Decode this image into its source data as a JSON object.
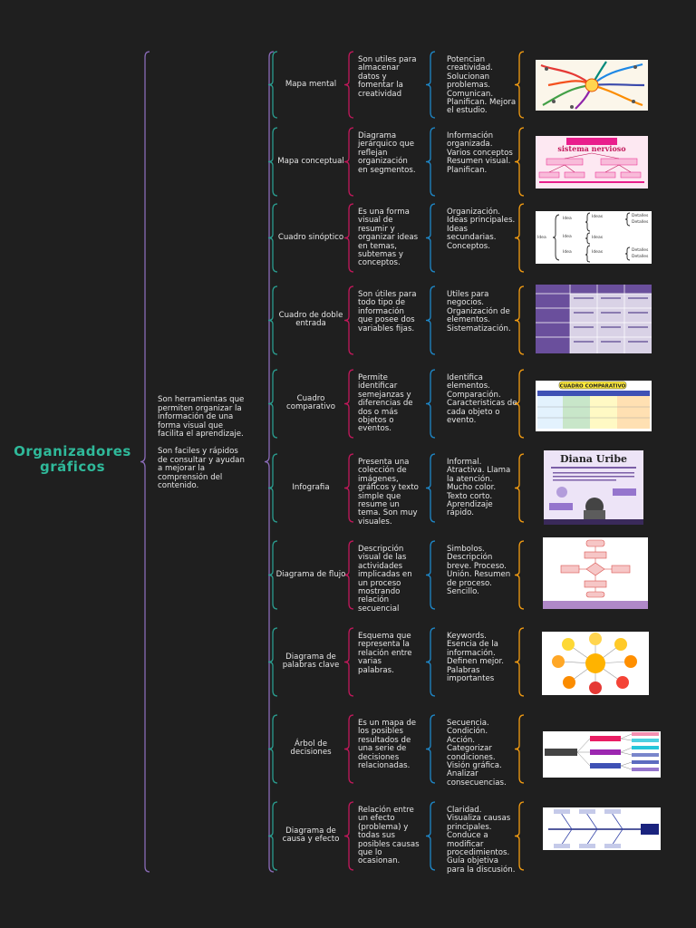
{
  "title": "Organizadores gráficos",
  "description": [
    "Son herramientas que permiten organizar la información de una forma visual que facilita el aprendizaje.",
    "Son faciles y rápidos de consultar y ayudan a mejorar la comprensión del contenido."
  ],
  "rows": [
    {
      "name": "Mapa mental",
      "definition": "Son utiles para almacenar datos y fomentar la creatividad",
      "features": "Potencian creatividad. Solucionan problemas. Comunican. Planifican. Mejora el estudio.",
      "image": "mind-map-thumbnail"
    },
    {
      "name": "Mapa conceptual",
      "definition": "Diagrama jerárquico que reflejan organización en segmentos.",
      "features": "Información organizada. Varios conceptos Resumen visual. Planifican.",
      "image": "concept-map-thumbnail"
    },
    {
      "name": "Cuadro sinóptico",
      "definition": "Es una forma visual de resumir y organizar ideas en temas, subtemas y conceptos.",
      "features": "Organización. Ideas principales. Ideas secundarias. Conceptos.",
      "image": "synoptic-chart-thumbnail"
    },
    {
      "name": "Cuadro de doble entrada",
      "definition": "Son útiles para todo tipo de información que posee dos variables fijas.",
      "features": "Utiles para negocios. Organización de elementos. Sistematización.",
      "image": "double-entry-table-thumbnail"
    },
    {
      "name": "Cuadro comparativo",
      "definition": "Permite identificar semejanzas y diferencias de dos o más objetos o eventos.",
      "features": "Identifica elementos. Comparación. Caracteristicas de cada objeto o evento.",
      "image": "comparison-table-thumbnail"
    },
    {
      "name": "Infografia",
      "definition": "Presenta una colección de imágenes, gráficos y texto simple que resume un tema. Son muy visuales.",
      "features": "Informal. Atractiva. Llama la atención. Mucho color. Texto corto. Aprendizaje rápido.",
      "image": "infographic-thumbnail"
    },
    {
      "name": "Diagrama de flujo",
      "definition": "Descripción visual de las actividades implicadas en un proceso mostrando relación secuencial",
      "features": "Simbolos. Descripción breve. Proceso. Unión. Resumen de proceso. Sencillo.",
      "image": "flowchart-thumbnail"
    },
    {
      "name": "Diagrama de palabras clave",
      "definition": "Esquema que representa la relación entre varias palabras.",
      "features": "Keywords. Esencia de la información. Definen mejor. Palabras importantes",
      "image": "keywords-diagram-thumbnail"
    },
    {
      "name": "Árbol de decisiones",
      "definition": "Es un mapa de los posibles resultados de una serie de decisiones relacionadas.",
      "features": "Secuencia. Condición. Acción. Categorizar condiciones. Visión gráfica. Analizar consecuencias.",
      "image": "decision-tree-thumbnail"
    },
    {
      "name": "Diagrama de causa y efecto",
      "definition": "Relación entre un efecto (problema) y todas sus posibles causas que lo ocasionan.",
      "features": "Claridad. Visualiza causas principales. Conduce a modificar procedimientos. Guía objetiva para la discusión.",
      "image": "cause-effect-thumbnail"
    }
  ],
  "thumbs": {
    "concept_heading": "sistema nervioso",
    "comparison_heading": "CUADRO COMPARATIVO",
    "infographic_heading": "Diana Uribe"
  },
  "colors": {
    "title": "#2fb99a",
    "brace_main": "#8a6bb8",
    "brace_name": "#2a9d8f",
    "brace_definition": "#c2185b",
    "brace_features": "#1e88c8",
    "brace_image": "#f39c12"
  }
}
